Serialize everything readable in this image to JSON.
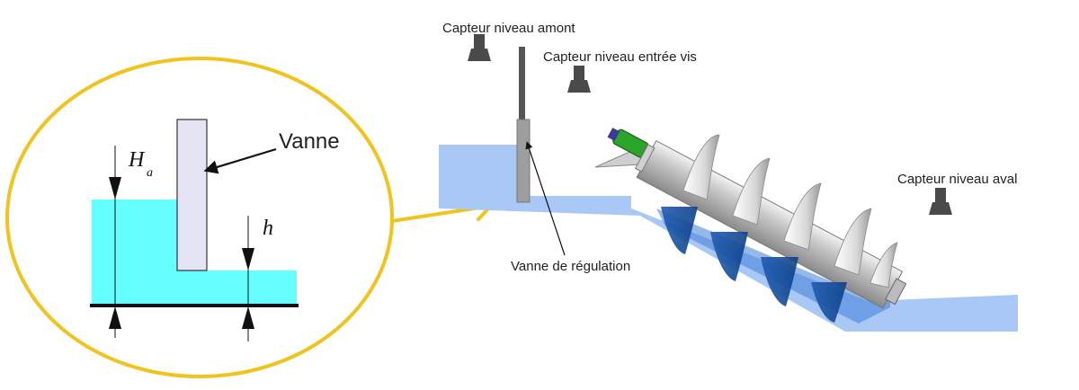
{
  "labels": {
    "sensor_upstream": "Capteur niveau amont",
    "sensor_screw_inlet": "Capteur niveau entrée vis",
    "sensor_downstream": "Capteur niveau aval",
    "regulation_gate": "Vanne de régulation",
    "gate": "Vanne",
    "height_upstream": "H",
    "height_upstream_sub": "a",
    "height_downstream": "h"
  },
  "colors": {
    "zoom_circle": "#f2c31d",
    "water_zoom": "#66ffff",
    "water_channel": "#a9c8f5",
    "water_screw": "#3f7fd8",
    "gate_fill": "#e5e4f5",
    "sensor": "#4a4a4a",
    "motor": "#2aa52a"
  }
}
